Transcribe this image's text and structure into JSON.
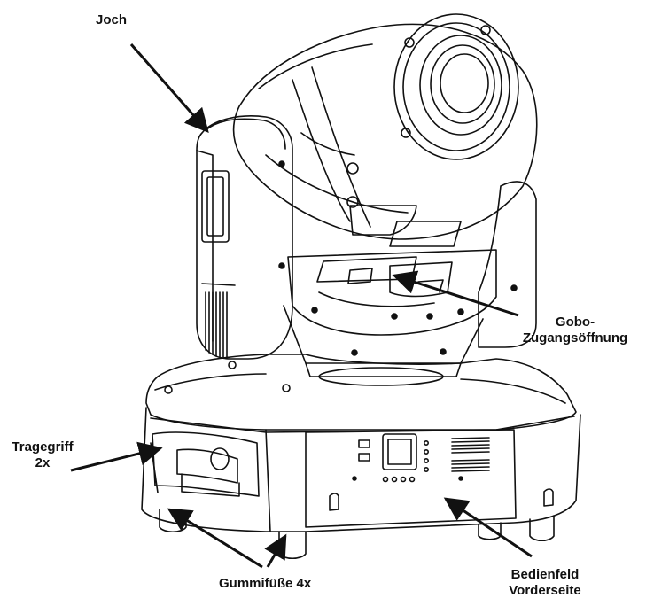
{
  "labels": {
    "joch": "Joch",
    "gobo_line1": "Gobo-",
    "gobo_line2": "Zugangsöffnung",
    "tragegriff_line1": "Tragegriff",
    "tragegriff_line2": "2x",
    "gummifuesse": "Gummifüße 4x",
    "bedienfeld_line1": "Bedienfeld",
    "bedienfeld_line2": "Vorderseite"
  },
  "colors": {
    "ink": "#111111",
    "background": "#ffffff"
  }
}
